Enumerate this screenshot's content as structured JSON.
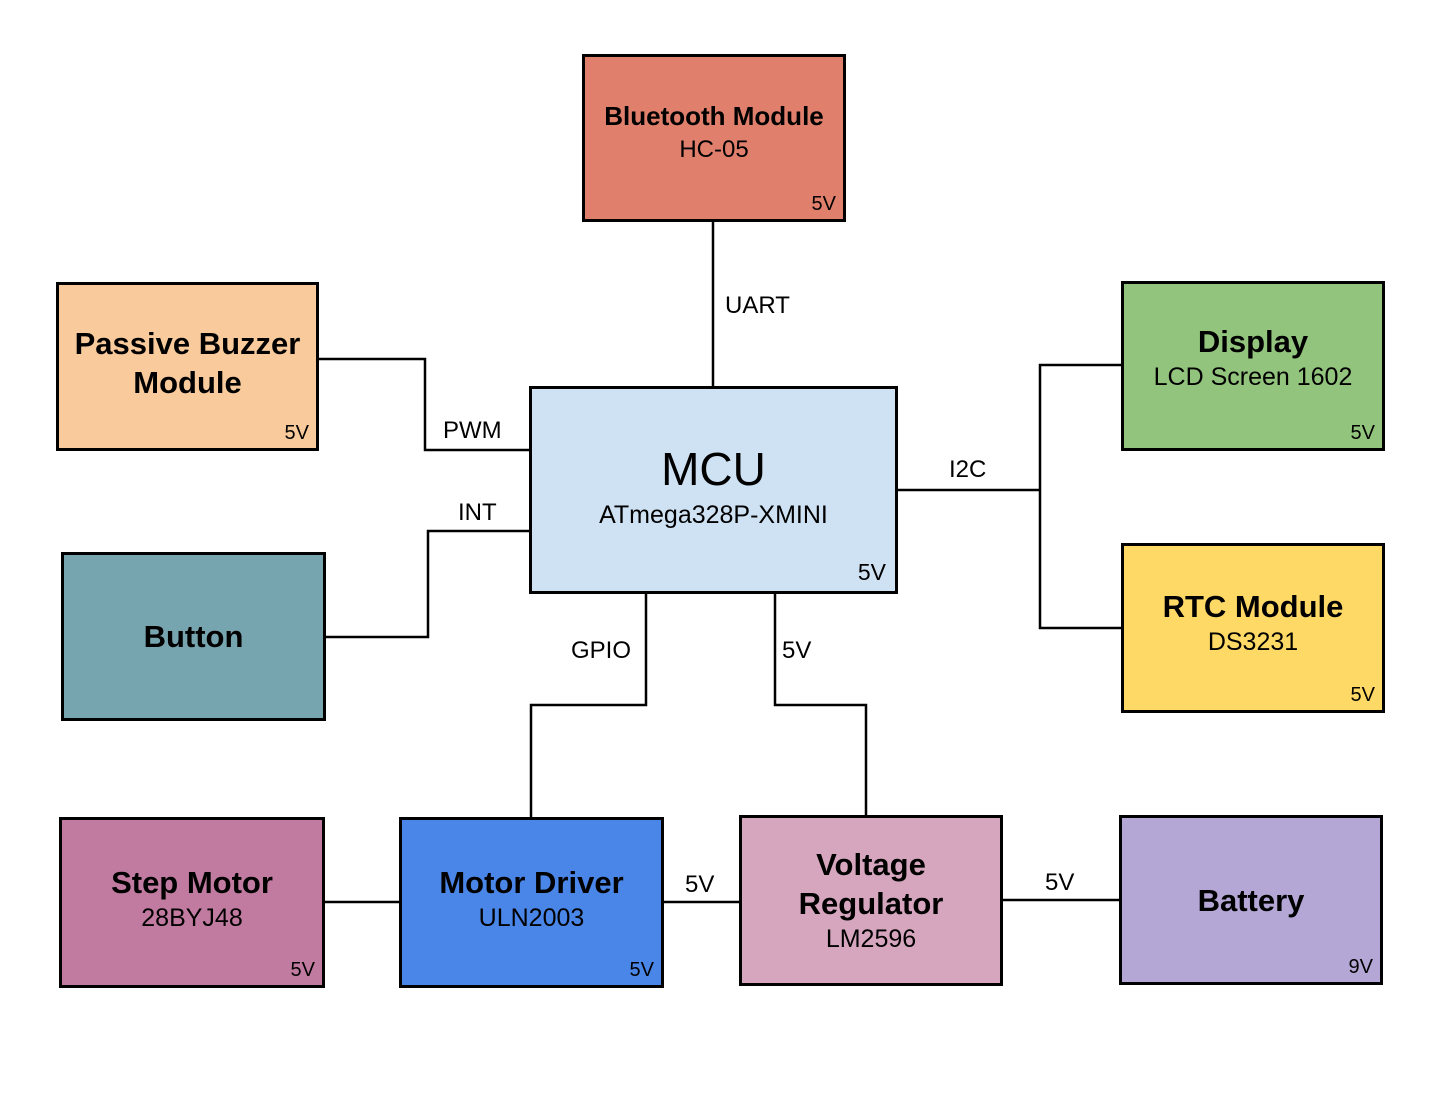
{
  "blocks": {
    "bluetooth": {
      "title": "Bluetooth Module",
      "subtitle": "HC-05",
      "voltage": "5V",
      "color": "#e07f6c"
    },
    "buzzer": {
      "title": "Passive Buzzer Module",
      "voltage": "5V",
      "color": "#f9cb9c"
    },
    "mcu": {
      "title": "MCU",
      "subtitle": "ATmega328P-XMINI",
      "voltage": "5V",
      "color": "#cfe2f3"
    },
    "button": {
      "title": "Button",
      "color": "#76a5af"
    },
    "display": {
      "title": "Display",
      "subtitle": "LCD Screen 1602",
      "voltage": "5V",
      "color": "#93c47d"
    },
    "rtc": {
      "title": "RTC Module",
      "subtitle": "DS3231",
      "voltage": "5V",
      "color": "#ffd966"
    },
    "step_motor": {
      "title": "Step Motor",
      "subtitle": "28BYJ48",
      "voltage": "5V",
      "color": "#c27ba0"
    },
    "motor_driver": {
      "title": "Motor Driver",
      "subtitle": "ULN2003",
      "voltage": "5V",
      "color": "#4a86e8"
    },
    "regulator": {
      "title": "Voltage Regulator",
      "subtitle": "LM2596",
      "color": "#d5a6bd"
    },
    "battery": {
      "title": "Battery",
      "voltage": "9V",
      "color": "#b4a7d6"
    }
  },
  "connections": {
    "uart": "UART",
    "pwm": "PWM",
    "int": "INT",
    "i2c": "I2C",
    "gpio": "GPIO",
    "mcu_power": "5V",
    "driver_power": "5V",
    "battery_power": "5V"
  }
}
